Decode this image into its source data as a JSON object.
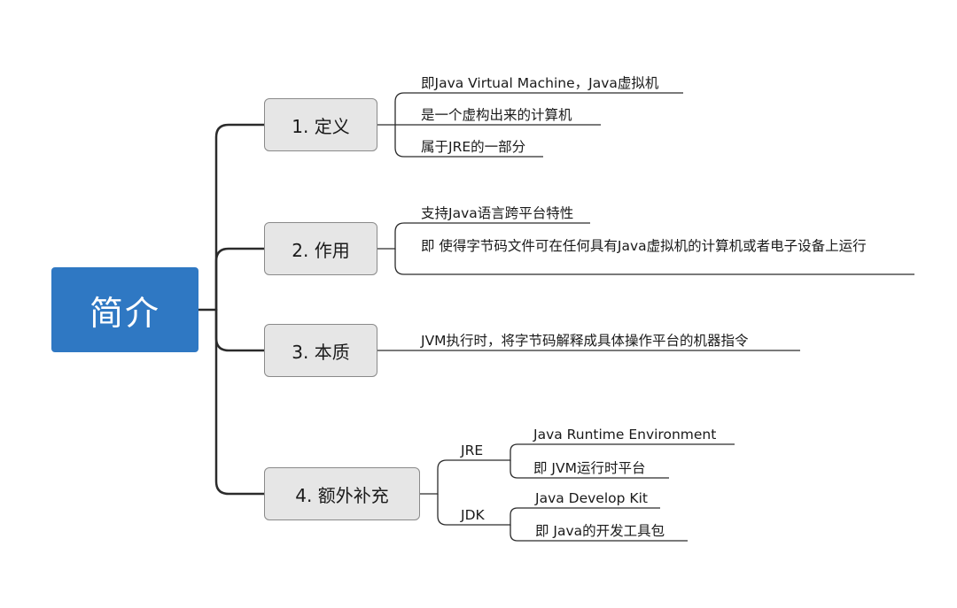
{
  "root": {
    "label": "简介"
  },
  "branches": [
    {
      "label": "1. 定义",
      "leaves": [
        "即Java Virtual Machine，Java虚拟机",
        "是一个虚构出来的计算机",
        "属于JRE的一部分"
      ]
    },
    {
      "label": "2. 作用",
      "leaves": [
        "支持Java语言跨平台特性",
        "即 使得字节码文件可在任何具有Java虚拟机的计算机或者电子设备上运行"
      ]
    },
    {
      "label": "3. 本质",
      "leaves": [
        "JVM执行时，将字节码解释成具体操作平台的机器指令"
      ]
    },
    {
      "label": "4. 额外补充",
      "subs": [
        {
          "label": "JRE",
          "leaves": [
            "Java Runtime Environment",
            "即 JVM运行时平台"
          ]
        },
        {
          "label": "JDK",
          "leaves": [
            "Java Develop Kit",
            "即 Java的开发工具包"
          ]
        }
      ]
    }
  ],
  "colors": {
    "root_fill": "#2f78c3",
    "branch_fill": "#e6e6e6",
    "branch_border": "#8a8a8a",
    "connector": "#2b2b2b"
  }
}
